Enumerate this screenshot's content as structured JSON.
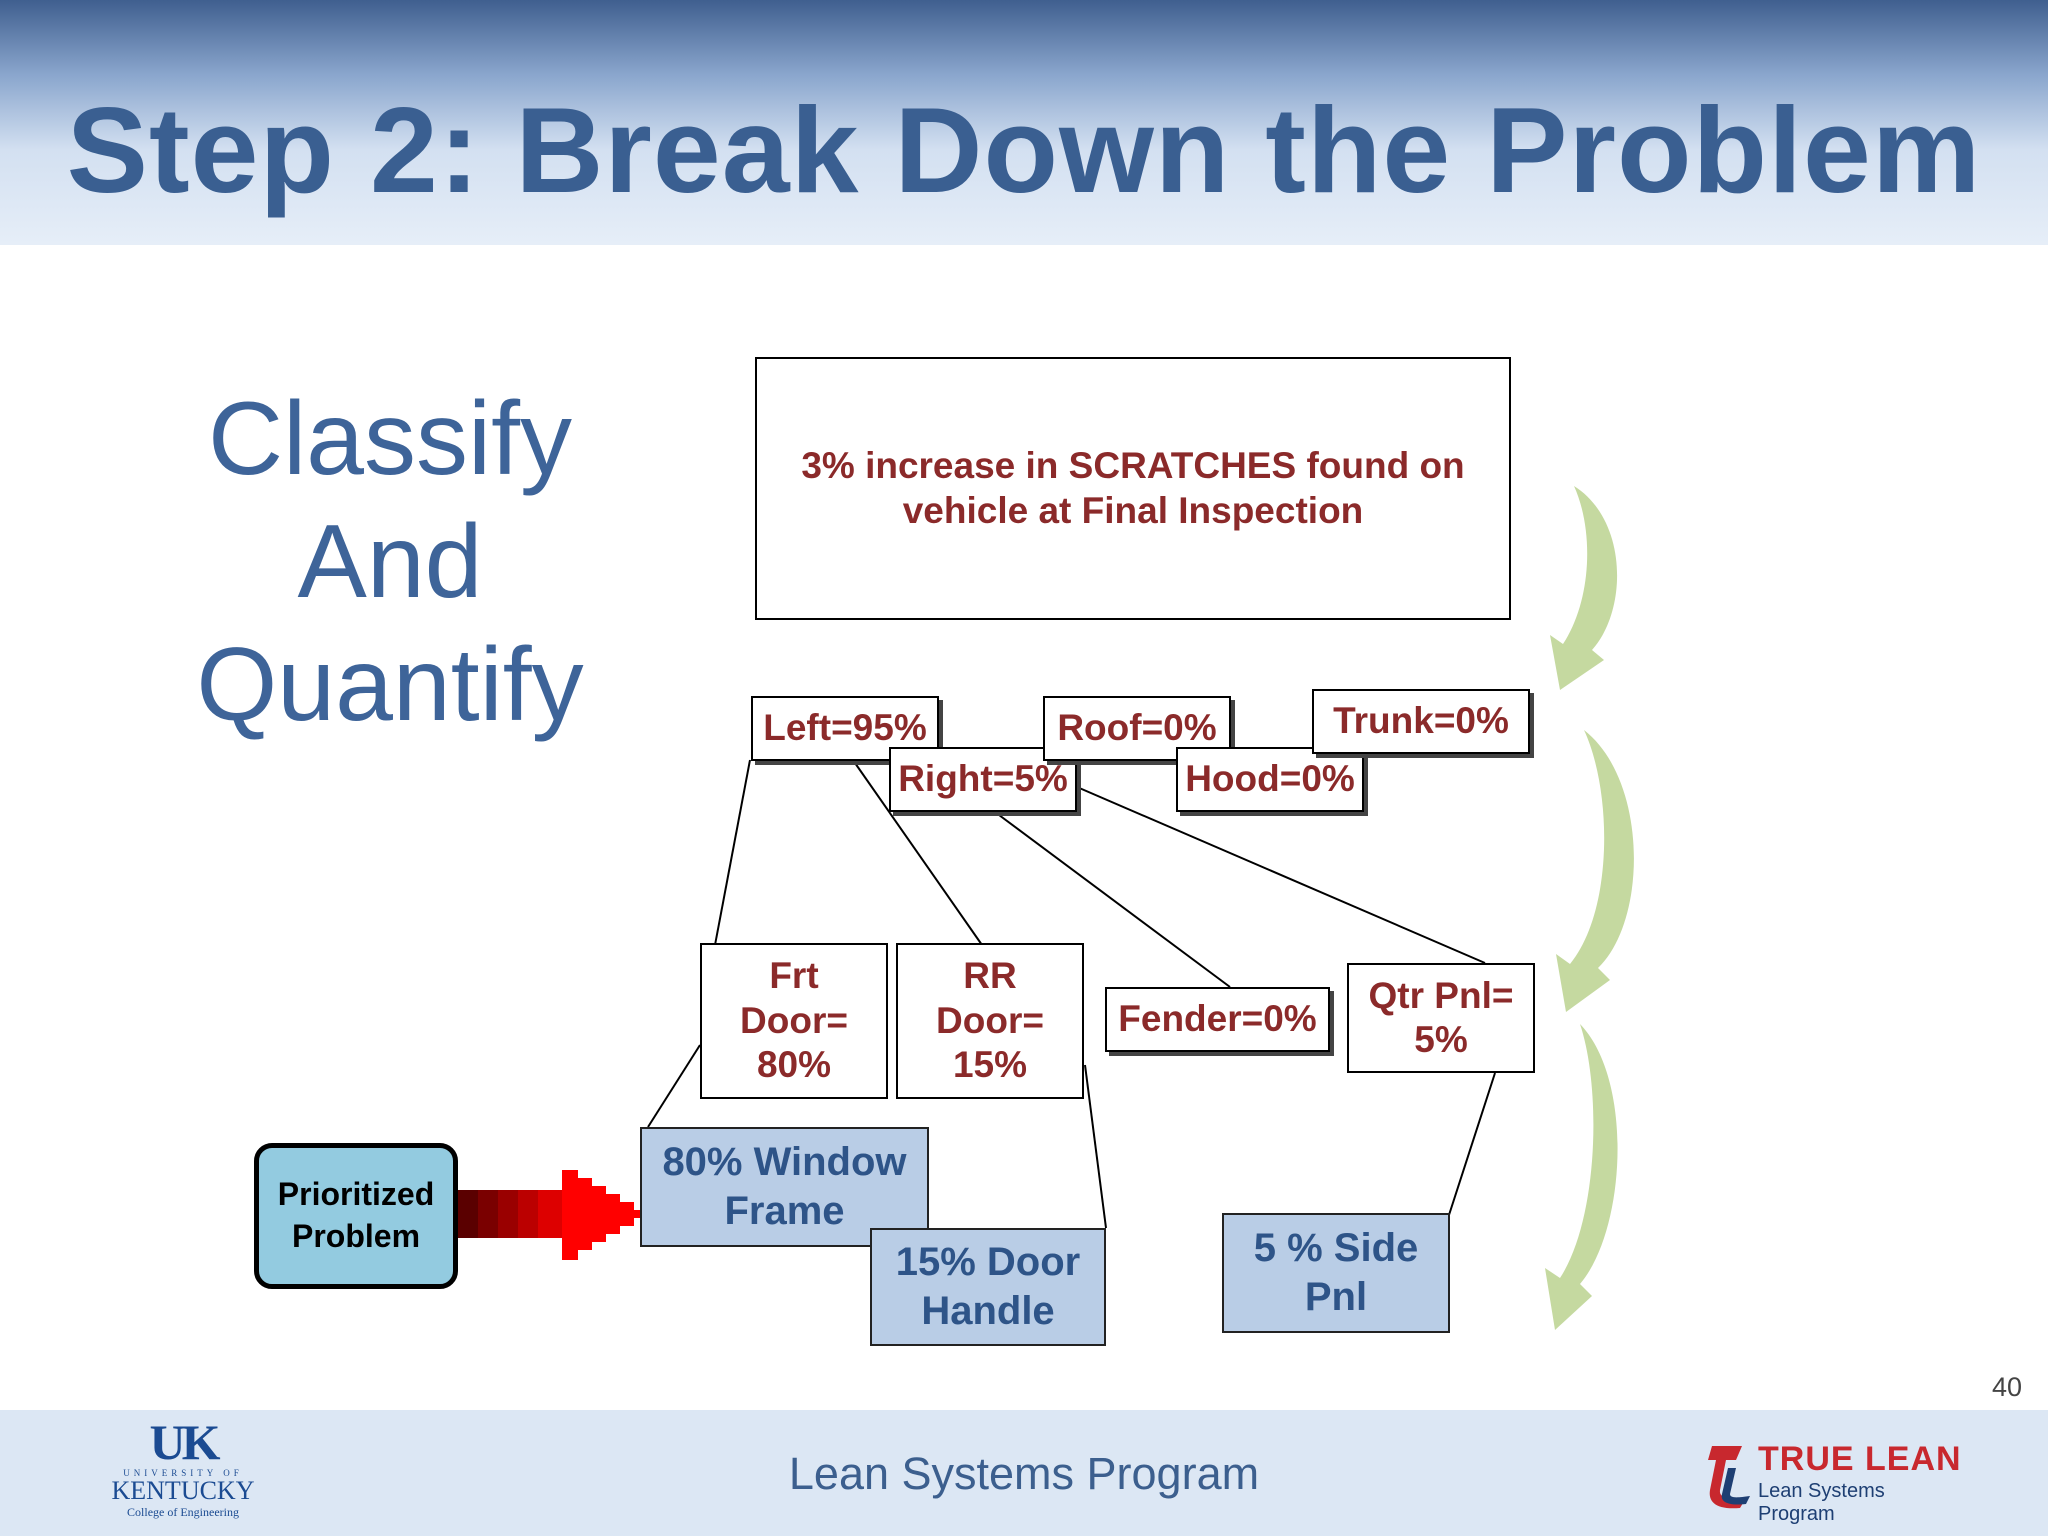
{
  "title": "Step 2:  Break Down the Problem",
  "left_words": [
    "Classify",
    "And",
    "Quantify"
  ],
  "top_box": "3% increase in SCRATCHES found on vehicle at Final Inspection",
  "areas": {
    "left": "Left=95%",
    "right": "Right=5%",
    "roof": "Roof=0%",
    "hood": "Hood=0%",
    "trunk": "Trunk=0%"
  },
  "parts": {
    "frt_door": "Frt\nDoor=\n80%",
    "rr_door": "RR\nDoor=\n15%",
    "fender": "Fender=0%",
    "qtr_pnl": "Qtr Pnl=\n5%"
  },
  "details": {
    "window_frame": "80% Window\nFrame",
    "door_handle": "15% Door\nHandle",
    "side_pnl": "5 % Side\nPnl"
  },
  "prioritized_problem": "Prioritized\nProblem",
  "page_number": "40",
  "footer": "Lean Systems Program",
  "logos": {
    "uk_mark": "UK",
    "uk_univ": "UNIVERSITY OF",
    "uk_name": "KENTUCKY",
    "uk_college": "College of Engineering",
    "truelean_title": "TRUE LEAN",
    "truelean_sub": "Lean Systems Program"
  },
  "colors": {
    "title": "#3a5f91",
    "box_text": "#8b2a2a",
    "blue_box": "#b9cde6",
    "problem_box": "#93cbe0",
    "arrow": "#ff0000",
    "curved_arrows": "#c5d9a0"
  }
}
